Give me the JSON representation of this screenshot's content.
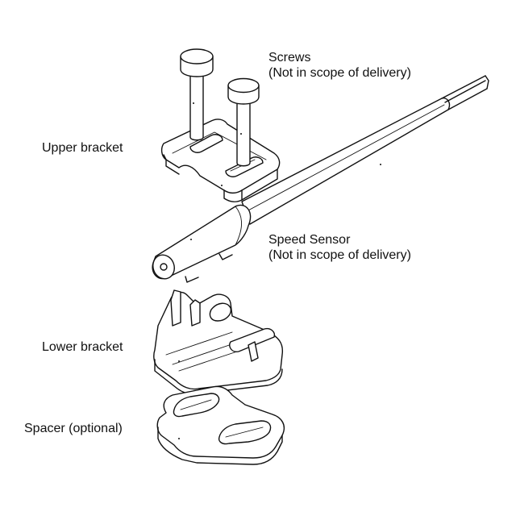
{
  "labels": {
    "screws": [
      "Screws",
      "(Not in scope of delivery)"
    ],
    "upper_bracket": "Upper bracket",
    "speed_sensor": [
      "Speed Sensor",
      "(Not in scope of delivery)"
    ],
    "lower_bracket": "Lower bracket",
    "spacer": "Spacer (optional)"
  }
}
